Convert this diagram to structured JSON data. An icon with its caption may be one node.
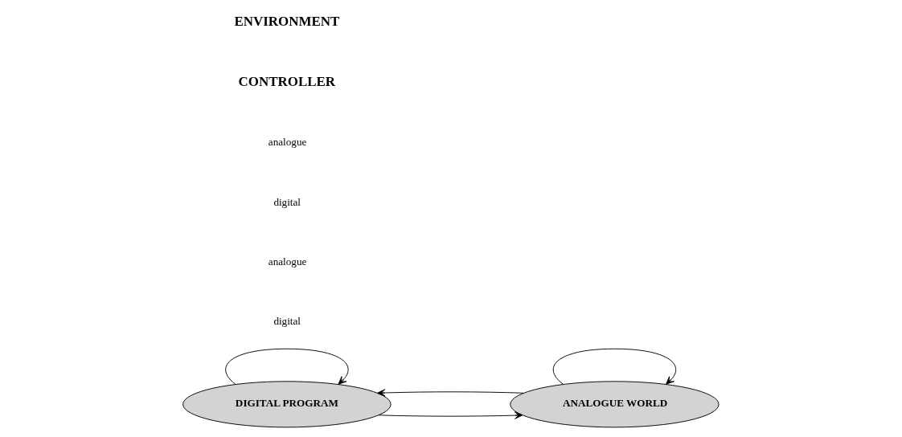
{
  "diagram": {
    "nodes": [
      {
        "text": [
          "DIGITAL PROGRAM"
        ]
      },
      {
        "text": [
          "ANALOGUE WORLD"
        ]
      }
    ],
    "edges": [
      {
        "from": 0,
        "to": 0,
        "arrow": "to"
      },
      {
        "from": 1,
        "to": 0,
        "arrow": "to"
      },
      {
        "from": 0,
        "to": 1,
        "arrow": "to"
      },
      {
        "from": 1,
        "to": 1,
        "arrow": "to"
      }
    ],
    "labels": [
      "digital",
      "analogue",
      "digital",
      "analogue",
      "CONTROLLER",
      "ENVIRONMENT"
    ]
  }
}
